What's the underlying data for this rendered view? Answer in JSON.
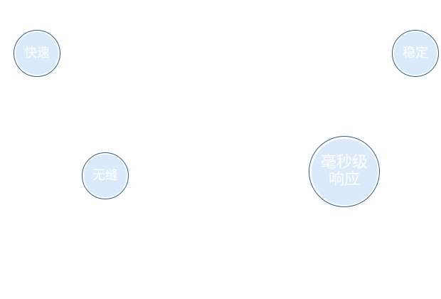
{
  "bubbles": {
    "kuaisu": {
      "label": "快速"
    },
    "wending": {
      "label": "稳定"
    },
    "wufeng": {
      "label": "无缝"
    },
    "haomiao": {
      "line1": "毫秒级",
      "line2": "响应"
    }
  },
  "colors": {
    "ring": "#2e5f8e",
    "fill": "#dbeafb",
    "text": "#ffffff",
    "background": "#ffffff"
  }
}
